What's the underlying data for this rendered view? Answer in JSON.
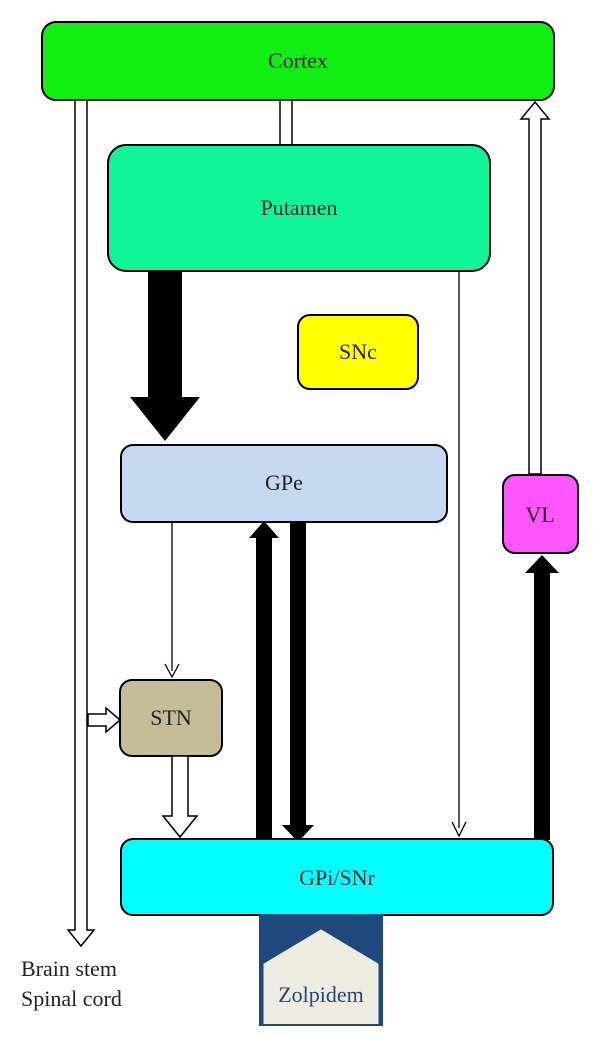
{
  "nodes": {
    "cortex": {
      "label": "Cortex",
      "color": "#11ee11"
    },
    "putamen": {
      "label": "Putamen",
      "color": "#11f599"
    },
    "snc": {
      "label": "SNc",
      "color": "#ffff00"
    },
    "gpe": {
      "label": "GPe",
      "color": "#c6d9f1"
    },
    "vl": {
      "label": "VL",
      "color": "#ff55ff"
    },
    "stn": {
      "label": "STN",
      "color": "#c4bd97"
    },
    "gpi_snr": {
      "label": "GPi/SNr",
      "color": "#00ffff"
    }
  },
  "zolpidem": {
    "label": "Zolpidem",
    "color": "#1f497d",
    "text_color": "#1f497d",
    "fill": "#eeece1"
  },
  "outputs": {
    "line1": "Brain stem",
    "line2": "Spinal cord"
  }
}
